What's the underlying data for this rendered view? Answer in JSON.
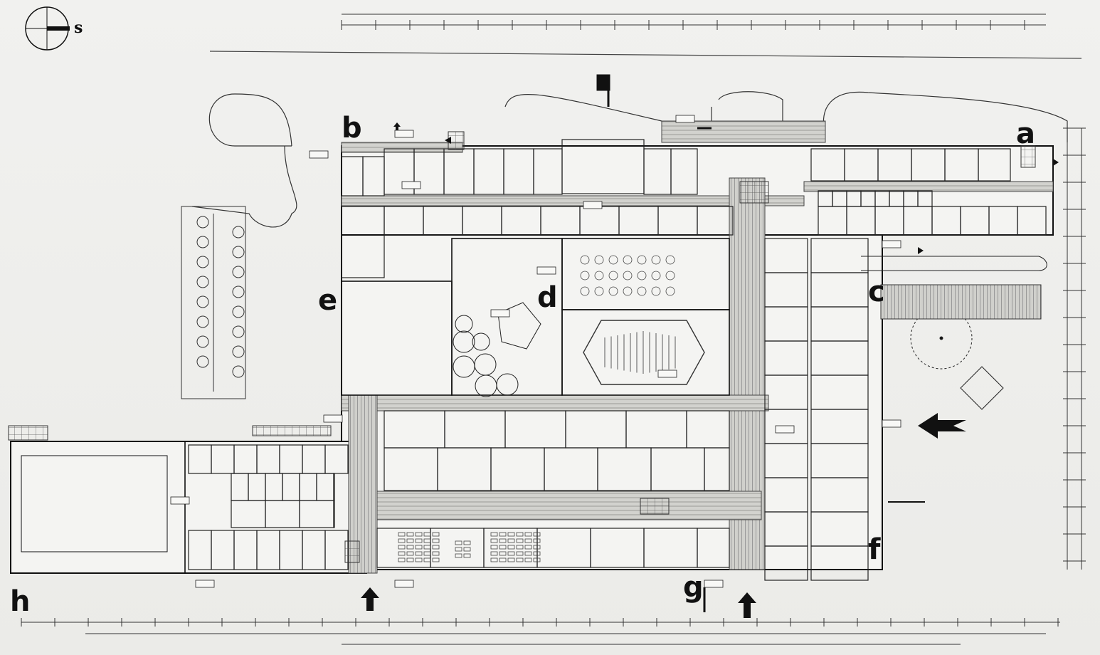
{
  "drawing": {
    "orientation_letter": "s",
    "zones": [
      {
        "id": "a",
        "label": "a"
      },
      {
        "id": "b",
        "label": "b"
      },
      {
        "id": "c",
        "label": "c"
      },
      {
        "id": "d",
        "label": "d"
      },
      {
        "id": "e",
        "label": "e"
      },
      {
        "id": "f",
        "label": "f"
      },
      {
        "id": "g",
        "label": "g"
      },
      {
        "id": "h",
        "label": "h"
      }
    ],
    "icons": {
      "north": "compass-icon",
      "entrance": "entrance-arrow-icon",
      "direction": "direction-arrow-icon"
    },
    "colors": {
      "paper": "#efefec",
      "ink": "#1a1a1a",
      "corridor": "#bdbdb8"
    }
  }
}
